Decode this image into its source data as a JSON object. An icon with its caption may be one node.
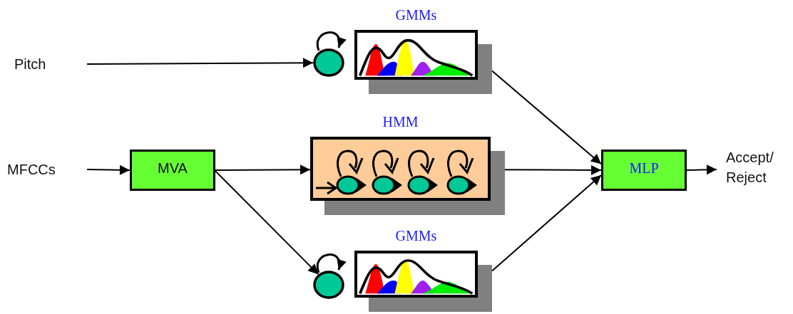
{
  "diagram": {
    "nodes": [
      {
        "text": [
          "Pitch"
        ]
      },
      {
        "text": [],
        "shape": "circle"
      },
      {
        "text": [
          "GMMs"
        ]
      },
      {
        "text": [
          "MFCCs"
        ]
      },
      {
        "text": [
          "MVA"
        ]
      },
      {
        "text": [
          "HMM"
        ]
      },
      {
        "text": [],
        "shape": "circle"
      },
      {
        "text": [
          "GMMs"
        ]
      },
      {
        "text": [
          "MLP"
        ]
      },
      {
        "text": [
          "Accept/ Reject"
        ]
      }
    ],
    "edges": [
      {
        "from": 0,
        "to": 1,
        "arrow": "to"
      },
      {
        "from": 1,
        "to": 1,
        "arrow": "to"
      },
      {
        "from": 6,
        "to": 6,
        "arrow": "to"
      },
      {
        "from": 2,
        "to": 8,
        "arrow": "to"
      },
      {
        "from": 3,
        "to": 4,
        "arrow": "to"
      },
      {
        "from": 4,
        "to": 5,
        "arrow": "to"
      },
      {
        "from": 5,
        "to": 8,
        "arrow": "to"
      },
      {
        "from": 4,
        "to": 6,
        "arrow": "to"
      },
      {
        "from": 7,
        "to": 8,
        "arrow": "to"
      },
      {
        "from": 8,
        "to": 9,
        "arrow": "to"
      }
    ]
  }
}
